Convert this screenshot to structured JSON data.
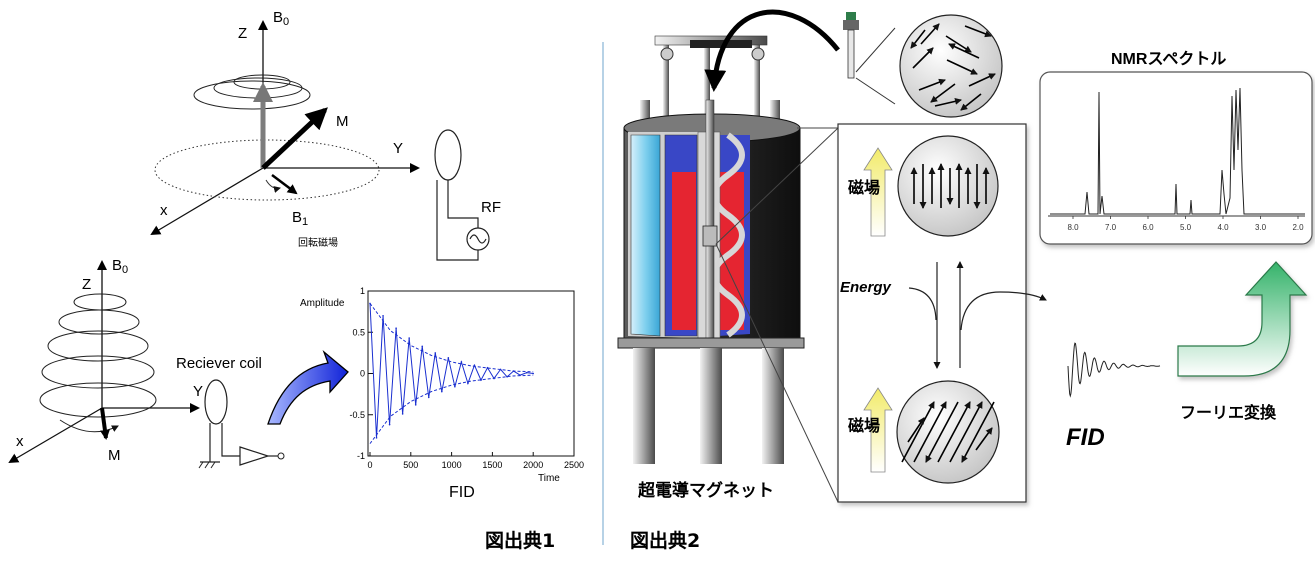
{
  "left": {
    "top_diagram": {
      "z": "Z",
      "b0_sym": "B",
      "b0_sub": "0",
      "m": "M",
      "y": "Y",
      "x": "x",
      "b1_sym": "B",
      "b1_sub": "1",
      "rotating_field": "回転磁場",
      "rf": "RF"
    },
    "bottom_diagram": {
      "z": "Z",
      "b0_sym": "B",
      "b0_sub": "0",
      "y": "Y",
      "x": "x",
      "m": "M",
      "receiver_coil": "Reciever coil"
    },
    "fid_plot": {
      "ylabel": "Amplitude",
      "xlabel": "Time",
      "x_ticks": [
        "0",
        "500",
        "1000",
        "1500",
        "2000",
        "2500"
      ],
      "y_ticks": [
        "1",
        "0.5",
        "0",
        "-0.5",
        "-1"
      ],
      "title": "FID"
    },
    "caption": "図出典1"
  },
  "right": {
    "magnet_label": "超電導マグネット",
    "field_label_1": "磁場",
    "field_label_2": "磁場",
    "energy": "Energy",
    "spectrum_title": "NMRスペクトル",
    "spectrum_ticks": [
      "8.0",
      "7.0",
      "6.0",
      "5.0",
      "4.0",
      "3.0",
      "2.0"
    ],
    "fid": "FID",
    "fourier": "フーリエ変換",
    "caption": "図出典2"
  },
  "chart_data": {
    "type": "line",
    "title": "",
    "xlabel": "Time",
    "ylabel": "Amplitude",
    "xlim": [
      0,
      2500
    ],
    "ylim": [
      -1,
      1
    ],
    "series": [
      {
        "x": [
          0,
          80,
          160,
          240,
          320,
          400,
          480,
          560,
          640,
          720,
          800,
          880,
          960,
          1040,
          1120,
          1200,
          1280,
          1360,
          1440,
          1520,
          1600,
          1680,
          1760,
          1840,
          1920,
          2000
        ],
        "values": [
          0.85,
          -0.78,
          0.7,
          -0.62,
          0.55,
          -0.49,
          0.43,
          -0.38,
          0.33,
          -0.29,
          0.25,
          -0.22,
          0.19,
          -0.16,
          0.14,
          -0.12,
          0.1,
          -0.08,
          0.07,
          -0.06,
          0.05,
          -0.04,
          0.03,
          -0.02,
          0.01,
          0
        ]
      }
    ],
    "envelope": {
      "x": [
        0,
        250,
        500,
        750,
        1000,
        1250,
        1500,
        1750,
        2000
      ],
      "upper": [
        0.85,
        0.52,
        0.34,
        0.22,
        0.14,
        0.09,
        0.06,
        0.03,
        0.02
      ]
    },
    "grid": false
  }
}
